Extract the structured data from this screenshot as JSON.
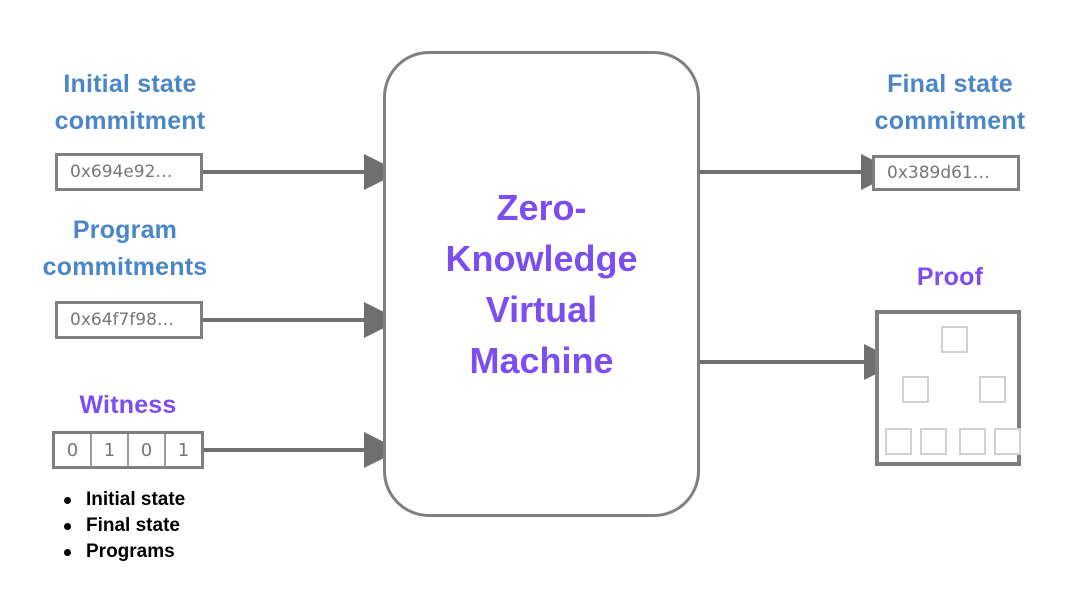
{
  "diagram": {
    "title": "Zero-Knowledge Virtual Machine data flow",
    "colors": {
      "input_label": "#4a86c8",
      "output_label": "#7c4df0",
      "machine_text": "#7c4df0",
      "border": "#7f7f7f",
      "arrow": "#6f6f6f",
      "value_text": "#767676",
      "tree_node_border": "#d0d0d0"
    }
  },
  "inputs": {
    "initial_state": {
      "label": "Initial state\ncommitment",
      "value": "0x694e92…"
    },
    "program": {
      "label": "Program\ncommitments",
      "value": "0x64f7f98…"
    },
    "witness": {
      "label": "Witness",
      "bits": [
        "0",
        "1",
        "0",
        "1"
      ],
      "notes": [
        "Initial state",
        "Final state",
        "Programs"
      ]
    }
  },
  "machine": {
    "label": "Zero-\nKnowledge\nVirtual\nMachine"
  },
  "outputs": {
    "final_state": {
      "label": "Final state\ncommitment",
      "value": "0x389d61…"
    },
    "proof": {
      "label": "Proof",
      "tree": {
        "levels": 3,
        "root_count": 1,
        "middle_count": 2,
        "leaf_count": 4,
        "edge_direction": "child-to-parent"
      }
    }
  }
}
